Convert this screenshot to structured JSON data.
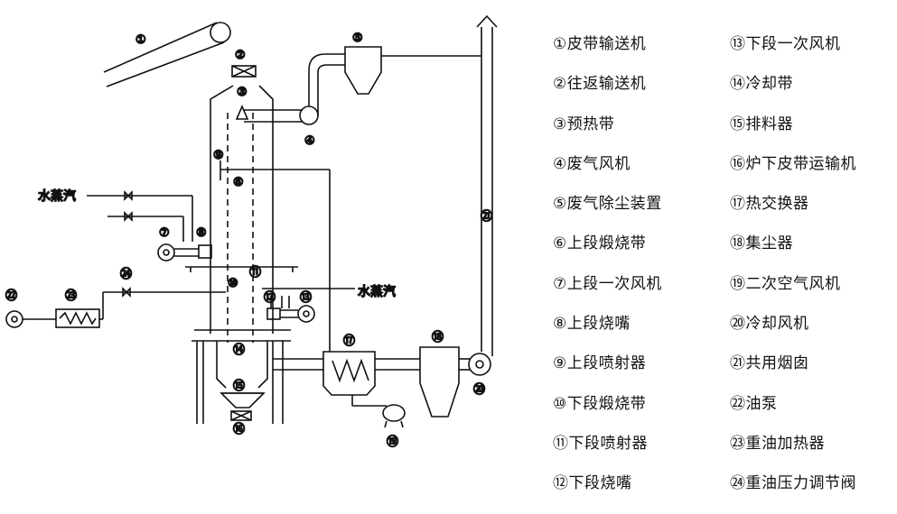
{
  "diagram": {
    "nums": [
      "①",
      "②",
      "③",
      "④",
      "⑤",
      "⑥",
      "⑦",
      "⑧",
      "⑨",
      "⑩",
      "⑪",
      "⑫",
      "⑬",
      "⑭",
      "⑮",
      "⑯",
      "⑰",
      "⑱",
      "⑲",
      "⑳",
      "㉑",
      "㉒",
      "㉓",
      "㉔"
    ],
    "steam_label": "水蒸汽"
  },
  "legend": {
    "left": [
      "①皮带输送机",
      "②往返输送机",
      "③预热带",
      "④废气风机",
      "⑤废气除尘装置",
      "⑥上段煅烧带",
      "⑦上段一次风机",
      "⑧上段烧嘴",
      "⑨上段喷射器",
      "⑩下段煅烧带",
      "⑪下段喷射器",
      "⑫下段烧嘴"
    ],
    "right": [
      "⑬下段一次风机",
      "⑭冷却带",
      "⑮排料器",
      "⑯炉下皮带运输机",
      "⑰热交换器",
      "⑱集尘器",
      "⑲二次空气风机",
      "⑳冷却风机",
      "㉑共用烟囱",
      "㉒油泵",
      "㉓重油加热器",
      "㉔重油压力调节阀"
    ]
  }
}
